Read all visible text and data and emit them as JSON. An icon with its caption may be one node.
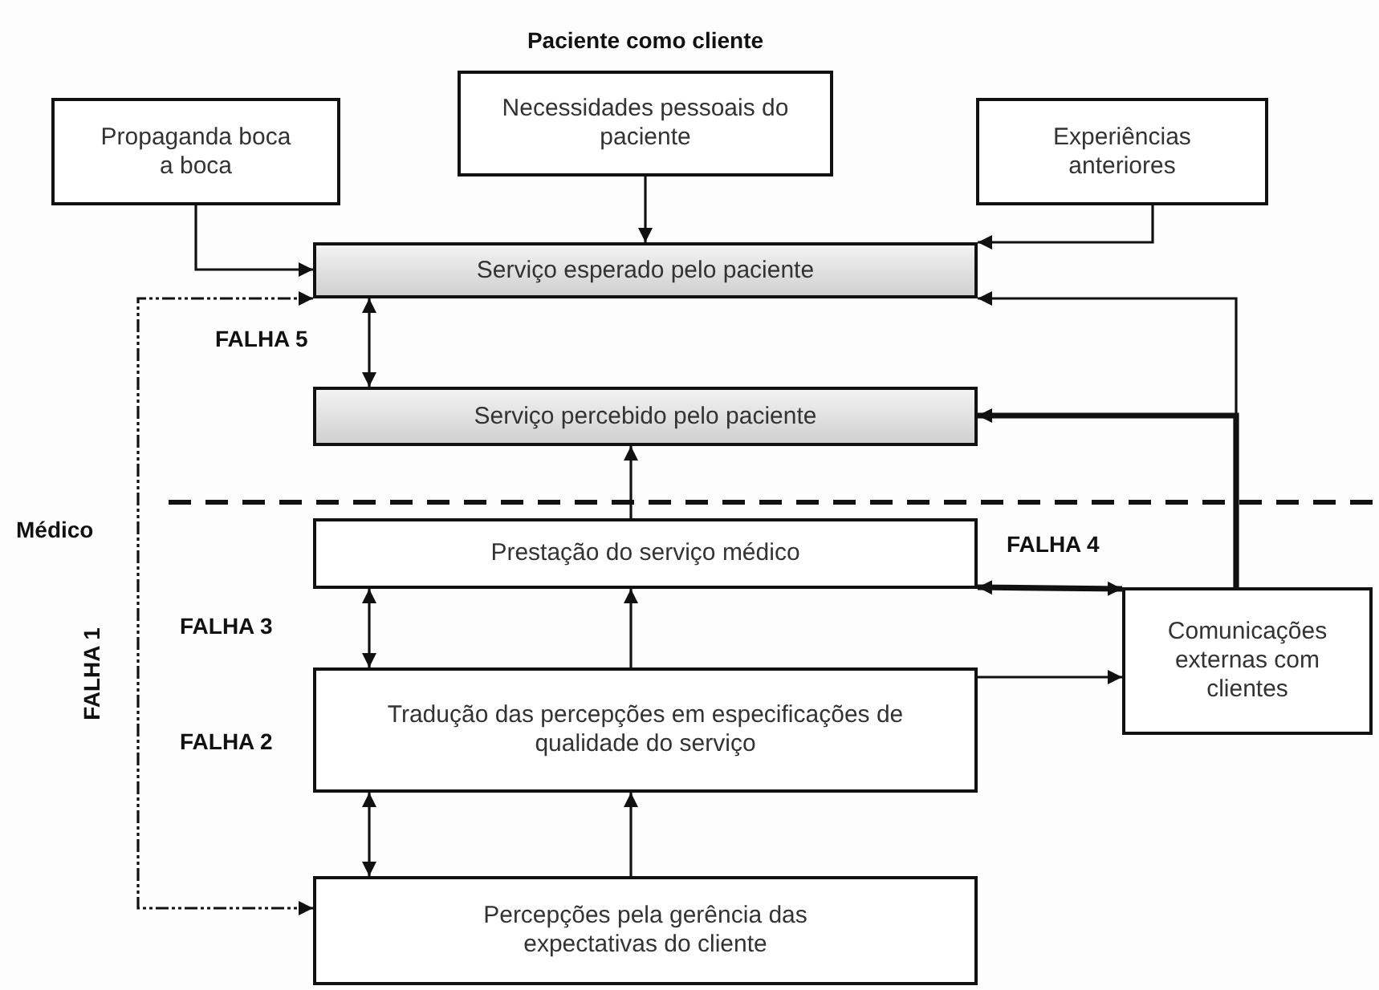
{
  "diagram": {
    "title": "Paciente como cliente",
    "nodes": [
      {
        "text": [
          "Propaganda boca a boca"
        ]
      },
      {
        "text": [
          "Necessidades pessoais do paciente"
        ]
      },
      {
        "text": [
          "Experiências anteriores"
        ]
      },
      {
        "text": [
          "Serviço esperado pelo paciente"
        ]
      },
      {
        "text": [
          "Serviço percebido pelo paciente"
        ]
      },
      {
        "text": [
          "Prestação do serviço médico"
        ]
      },
      {
        "text": [
          "Tradução das percepções em especificações de qualidade do serviço"
        ]
      },
      {
        "text": [
          "Percepções pela gerência das expectativas do cliente"
        ]
      },
      {
        "text": [
          "Comunicações externas com clientes"
        ]
      }
    ],
    "edges": [
      {
        "from": 0,
        "to": 3,
        "arrow": "to"
      },
      {
        "from": 1,
        "to": 3,
        "arrow": "to"
      },
      {
        "from": 2,
        "to": 3,
        "arrow": "to"
      },
      {
        "from": 3,
        "to": 4,
        "arrow": "both",
        "label": "FALHA 5"
      },
      {
        "from": 5,
        "to": 4,
        "arrow": "to"
      },
      {
        "from": 6,
        "to": 5,
        "arrow": "to"
      },
      {
        "from": 7,
        "to": 6,
        "arrow": "to"
      },
      {
        "from": 5,
        "to": 6,
        "arrow": "both",
        "label": "FALHA 3"
      },
      {
        "from": 6,
        "to": 7,
        "arrow": "both",
        "label": "FALHA 2"
      },
      {
        "from": 5,
        "to": 8,
        "arrow": "both",
        "label": "FALHA 4",
        "style": "thick"
      },
      {
        "from": 6,
        "to": 8,
        "arrow": "to"
      },
      {
        "from": 8,
        "to": 3,
        "arrow": "to"
      },
      {
        "from": 8,
        "to": 4,
        "arrow": "to",
        "style": "thick"
      },
      {
        "from": 7,
        "to": 3,
        "arrow": "both",
        "label": "FALHA 1",
        "style": "dashed"
      }
    ],
    "labels": [
      "Médico"
    ]
  }
}
